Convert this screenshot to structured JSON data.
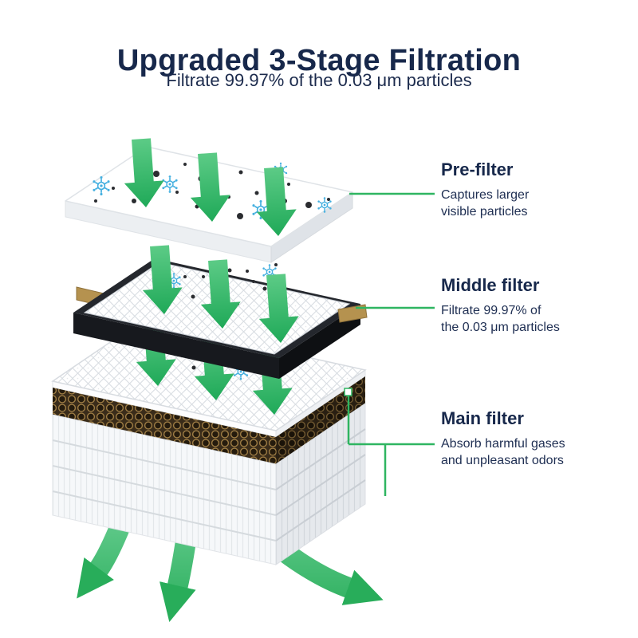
{
  "header": {
    "title": "Upgraded 3-Stage Filtration",
    "subtitle": "Filtrate 99.97% of the 0.03 μm particles"
  },
  "stages": [
    {
      "name": "Pre-filter",
      "description": "Captures larger\nvisible particles"
    },
    {
      "name": "Middle filter",
      "description": "Filtrate 99.97% of\nthe 0.03 μm particles"
    },
    {
      "name": "Main filter",
      "description": "Absorb harmful gases\nand unpleasant odors"
    }
  ],
  "icons": {
    "down_arrow": "▼",
    "flow_arrow": "⬇",
    "virus": "❄",
    "dust": "•"
  },
  "colors": {
    "accent_green": "#2fb561",
    "navy": "#1b2a4c",
    "virus_blue": "#45b0e0",
    "carbon_brown": "#9d7c44",
    "frame_black": "#24272d"
  }
}
